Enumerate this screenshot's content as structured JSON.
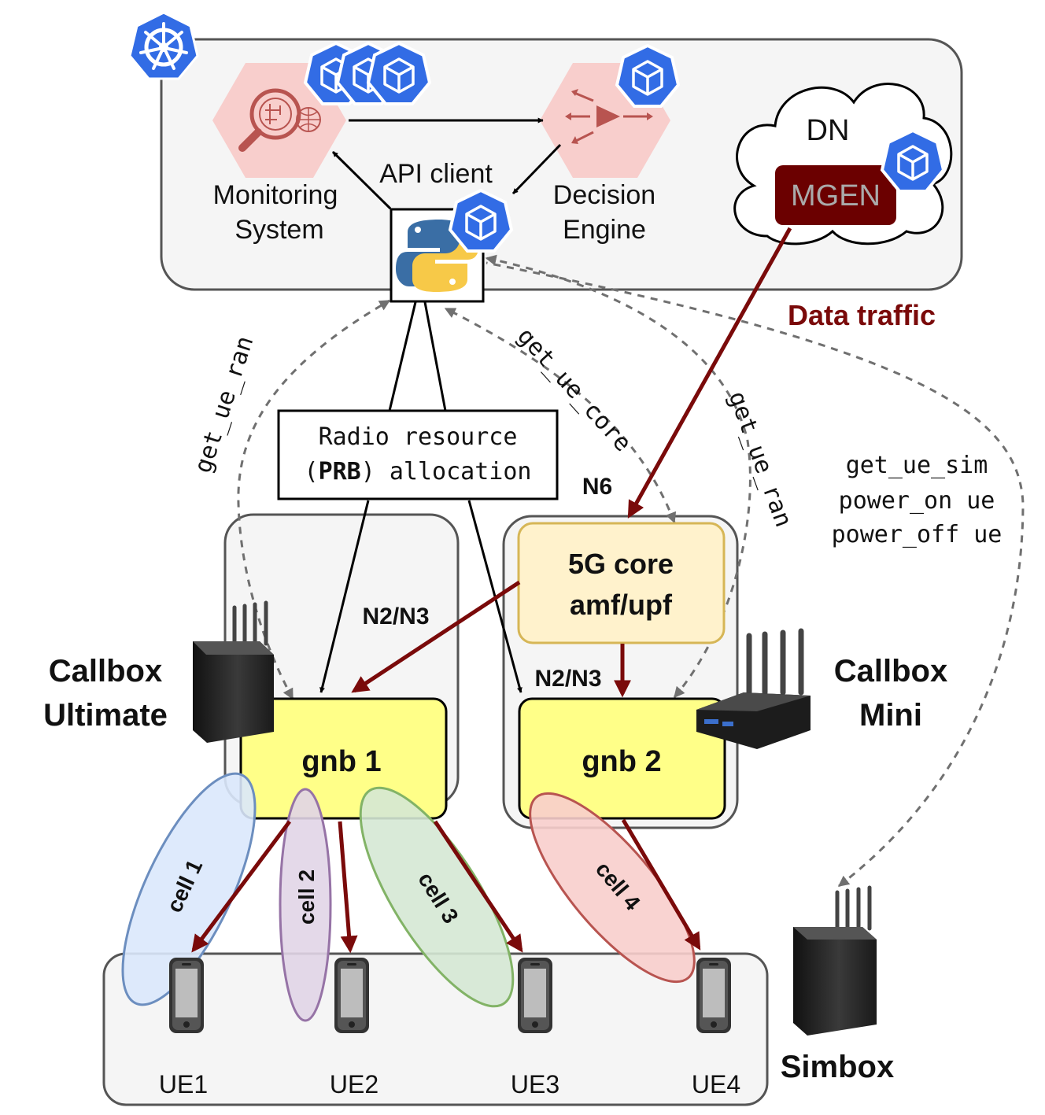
{
  "cluster": {
    "monitoring_label_1": "Monitoring",
    "monitoring_label_2": "System",
    "decision_label_1": "Decision",
    "decision_label_2": "Engine",
    "api_client_label": "API client",
    "dn_label": "DN",
    "mgen_label": "MGEN"
  },
  "links": {
    "data_traffic": "Data traffic",
    "get_ue_ran": "get_ue_ran",
    "get_ue_core": "get_ue_core",
    "get_ue_sim": "get_ue_sim",
    "power_on": "power_on ue",
    "power_off": "power_off ue",
    "prb_line1": "Radio resource",
    "prb_line2_open": "(",
    "prb_line2_bold": "PRB",
    "prb_line2_close": ") allocation",
    "n2n3": "N2/N3",
    "n6": "N6"
  },
  "nodes": {
    "core_line1": "5G core",
    "core_line2": "amf/upf",
    "gnb1": "gnb 1",
    "gnb2": "gnb 2",
    "callbox_ultimate_1": "Callbox",
    "callbox_ultimate_2": "Ultimate",
    "callbox_mini_1": "Callbox",
    "callbox_mini_2": "Mini",
    "simbox": "Simbox"
  },
  "cells": [
    "cell 1",
    "cell 2",
    "cell 3",
    "cell 4"
  ],
  "ues": [
    "UE1",
    "UE2",
    "UE3",
    "UE4"
  ],
  "colors": {
    "data_traffic": "#7a0a0a",
    "kubernetes": "#326ce5",
    "gnb_fill": "#ffff88",
    "core_fill": "#fff2cc",
    "cell1": "#dae8fc",
    "cell2": "#e1d5e7",
    "cell3": "#d5e8d4",
    "cell4": "#f8cecc"
  },
  "icons": [
    "kubernetes-icon",
    "k8s-pod-icon",
    "magnifier-icon",
    "router-icon",
    "python-icon",
    "antenna-icon",
    "smartphone-icon"
  ]
}
